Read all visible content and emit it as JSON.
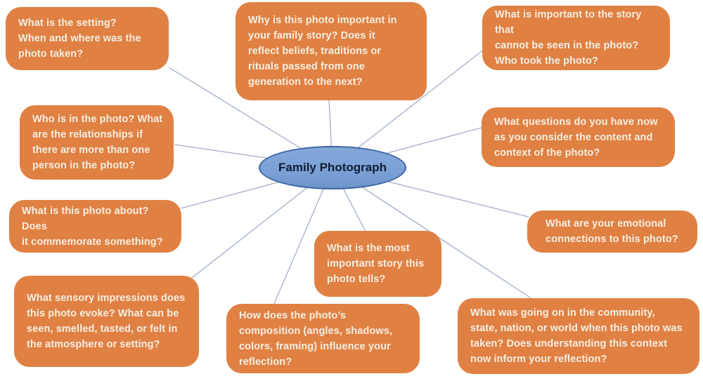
{
  "diagram": {
    "type": "radial-graphic-organizer",
    "center": {
      "label": "Family Photograph"
    },
    "colors": {
      "node_fill": "#e08143",
      "node_text": "#f6eee2",
      "connector": "#a2aec8",
      "center_fill": "#7ba1d6",
      "center_border": "#3c64a4",
      "center_text": "#111c33",
      "background": "#ffffff"
    },
    "nodes": [
      {
        "id": "setting",
        "connected_to": "center",
        "text": "What is the setting?\nWhen and where was the\nphoto taken?"
      },
      {
        "id": "family-importance",
        "connected_to": "center",
        "text": "Why is this photo important in\nyour family story?  Does it\nreflect beliefs, traditions or\nrituals passed from one\ngeneration to the next?"
      },
      {
        "id": "unseen-story",
        "connected_to": "center",
        "text": "What is important to the story that\ncannot be seen in the photo?\nWho took the photo?"
      },
      {
        "id": "who-relationships",
        "connected_to": "center",
        "text": "Who is in the photo? What\nare the relationships if\nthere are more than one\nperson in the photo?"
      },
      {
        "id": "questions-now",
        "connected_to": "center",
        "text": "What questions do you have now\nas you consider the content and\ncontext of the photo?"
      },
      {
        "id": "commemorate",
        "connected_to": "center",
        "text": "What is this photo about? Does\nit commemorate something?"
      },
      {
        "id": "emotional-connections",
        "connected_to": "center",
        "text": "What are your emotional\nconnections to this photo?"
      },
      {
        "id": "sensory-impressions",
        "connected_to": "center",
        "text": "What sensory impressions does\nthis photo evoke?  What can be\nseen, smelled, tasted, or felt in\nthe atmosphere or setting?"
      },
      {
        "id": "composition",
        "connected_to": "center",
        "text": "How does the photo’s\ncomposition (angles, shadows,\ncolors, framing) influence your\nreflection?"
      },
      {
        "id": "important-story",
        "connected_to": "center",
        "text": "What is the most\nimportant story this\nphoto tells?"
      },
      {
        "id": "community-context",
        "connected_to": "center",
        "text": "What was going on in the community,\nstate, nation, or world when this photo was\ntaken? Does understanding this context\nnow inform your reflection?"
      }
    ]
  }
}
